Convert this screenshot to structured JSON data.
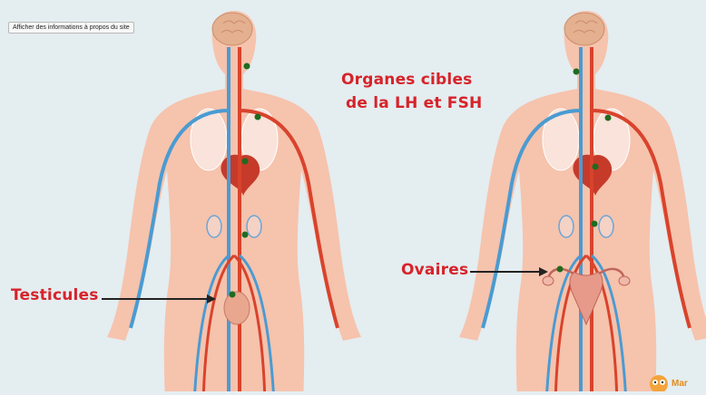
{
  "tooltip": {
    "text": "Afficher des informations à propos du site"
  },
  "title": {
    "line1": "Organes cibles",
    "line2": "de la LH et FSH"
  },
  "labels": {
    "testicules": "Testicules",
    "ovaires": "Ovaires"
  },
  "watermark": {
    "text": "Mar"
  },
  "colors": {
    "background": "#e4edf0",
    "skin": "#f6c3ad",
    "artery": "#d9432c",
    "vein": "#4a9bd2",
    "target_dot": "#1f6b1f",
    "label_red": "#d7232a"
  },
  "icons": [
    "brain-icon",
    "heart-icon",
    "lungs-icon",
    "kidney-icon",
    "arrow-icon",
    "target-dot-icon",
    "owl-logo-icon"
  ]
}
